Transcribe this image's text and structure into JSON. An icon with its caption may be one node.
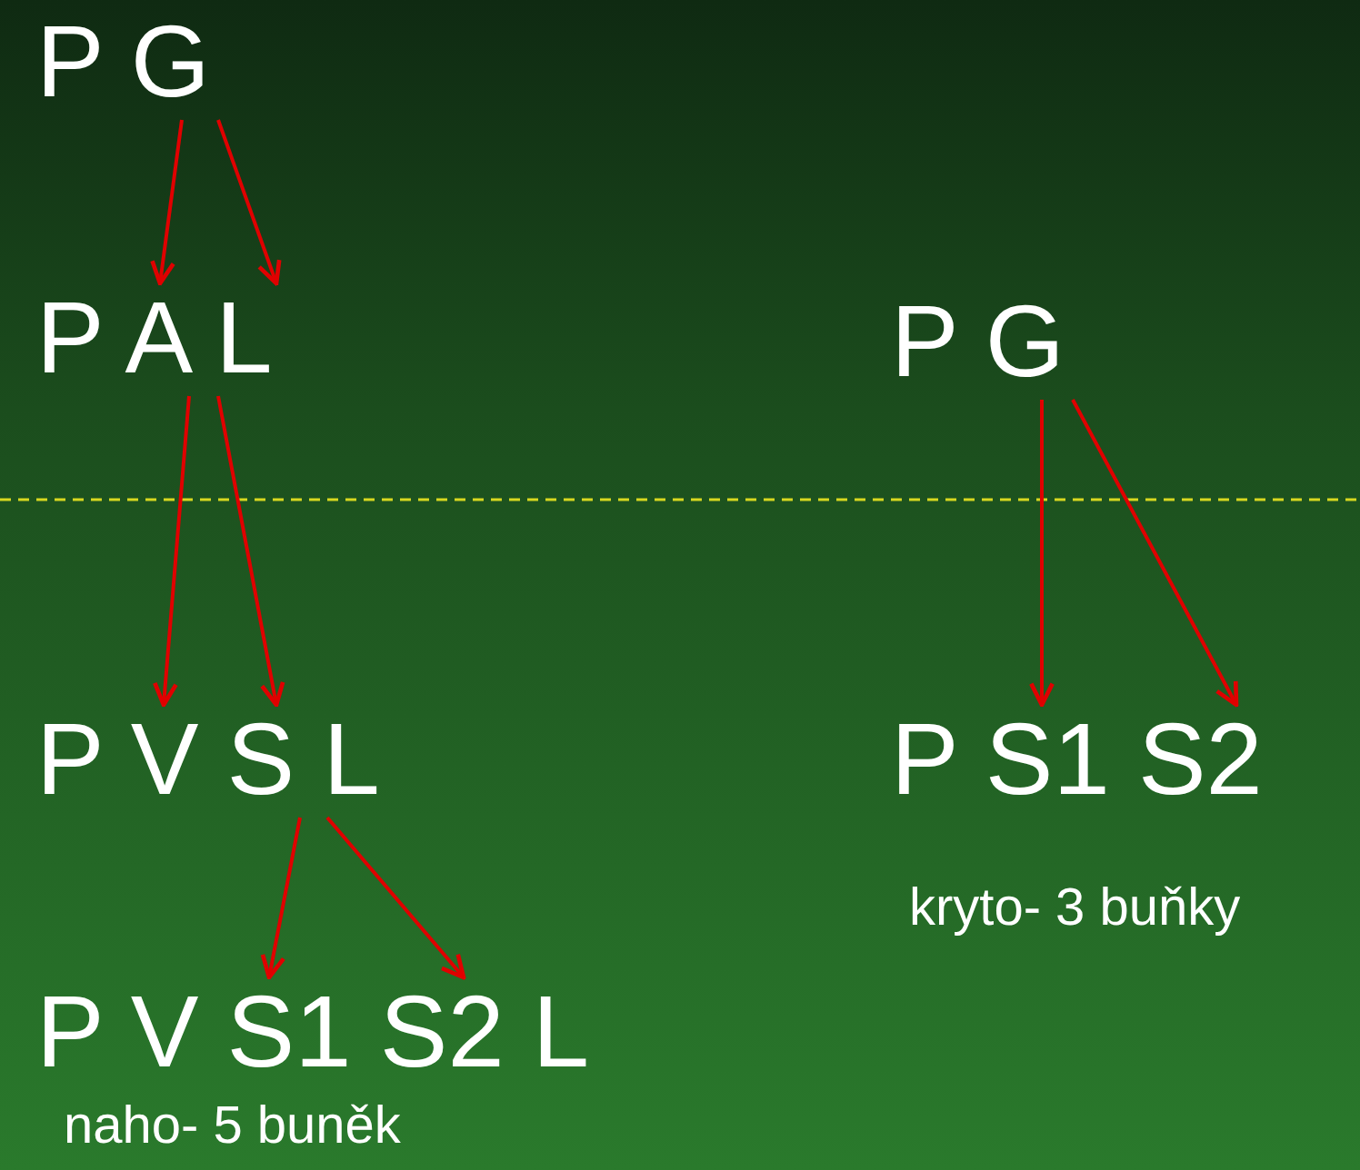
{
  "diagram": {
    "nodes": [
      {
        "text": [
          "P G"
        ]
      },
      {
        "text": [
          "P A L"
        ]
      },
      {
        "text": [
          "P G"
        ]
      },
      {
        "text": [
          "P V S L"
        ]
      },
      {
        "text": [
          "P S1 S2"
        ],
        "beside": [
          "kryto- 3 buňky"
        ]
      },
      {
        "text": [
          "P V S1 S2 L"
        ],
        "beside": [
          "naho- 5 buněk"
        ]
      }
    ],
    "edges": [
      {
        "from": 0,
        "to": 1,
        "arrow": "to",
        "color": "#e00000"
      },
      {
        "from": 0,
        "to": 1,
        "arrow": "to",
        "color": "#e00000"
      },
      {
        "from": 1,
        "to": 3,
        "arrow": "to",
        "color": "#e00000"
      },
      {
        "from": 1,
        "to": 3,
        "arrow": "to",
        "color": "#e00000"
      },
      {
        "from": 2,
        "to": 4,
        "arrow": "to",
        "color": "#e00000"
      },
      {
        "from": 2,
        "to": 4,
        "arrow": "to",
        "color": "#e00000"
      },
      {
        "from": 3,
        "to": 5,
        "arrow": "to",
        "color": "#e00000"
      },
      {
        "from": 3,
        "to": 5,
        "arrow": "to",
        "color": "#e00000"
      }
    ]
  }
}
